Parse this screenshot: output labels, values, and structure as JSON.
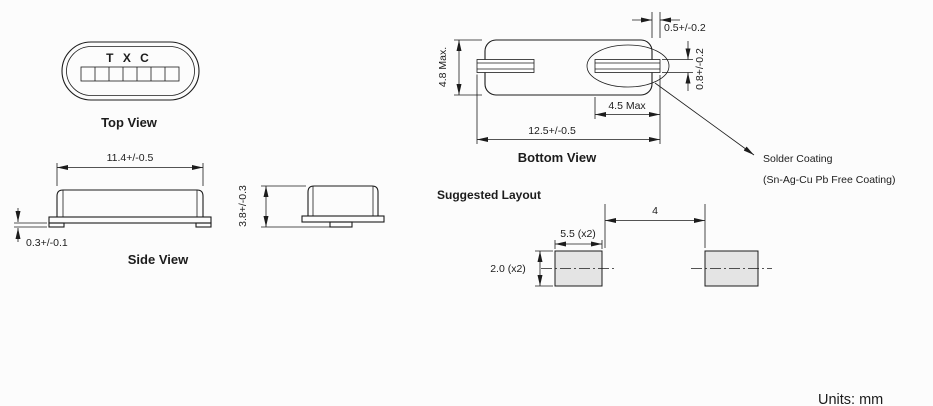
{
  "colors": {
    "line": "#1c1c1c",
    "pad-fill": "#e4e4e4",
    "bg": "#fcfcfc"
  },
  "units_note": "Units: mm",
  "top_view": {
    "label": "Top View",
    "brand": "T X C"
  },
  "side_view": {
    "label": "Side View",
    "dim_body_width": "11.4+/-0.5",
    "dim_body_height": "3.8+/-0.3",
    "dim_lead_thickness": "0.3+/-0.1"
  },
  "bottom_view": {
    "label": "Bottom View",
    "dim_lead_inset": "0.5+/-0.2",
    "dim_body_depth": "4.8 Max.",
    "dim_lead_width": "0.8+/-0.2",
    "dim_lead_length": "4.5 Max",
    "dim_overall_length": "12.5+/-0.5",
    "callout_line1": "Solder Coating",
    "callout_line2": "(Sn-Ag-Cu Pb Free Coating)"
  },
  "suggested_layout": {
    "label": "Suggested Layout",
    "dim_pad_gap": "4",
    "dim_pad_width": "5.5 (x2)",
    "dim_pad_height": "2.0 (x2)"
  }
}
